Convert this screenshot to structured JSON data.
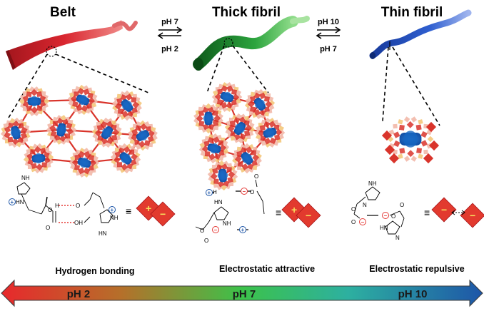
{
  "stages": [
    {
      "title": "Belt",
      "interaction": "Hydrogen bonding",
      "ph": "pH 2"
    },
    {
      "title": "Thick fibril",
      "interaction": "Electrostatic attractive",
      "ph": "pH 7"
    },
    {
      "title": "Thin fibril",
      "interaction": "Electrostatic repulsive",
      "ph": "pH 10"
    }
  ],
  "transitions": [
    {
      "forward": "pH 7",
      "backward": "pH 2"
    },
    {
      "forward": "pH 10",
      "backward": "pH 7"
    }
  ],
  "chem": {
    "hn": "HN",
    "nh": "NH",
    "n": "N",
    "h": "H",
    "o": "O",
    "oh": "OH",
    "equiv": "≡"
  },
  "colors": {
    "belt": "#c8202a",
    "thick": "#1f8a2e",
    "thin": "#1f3fa8",
    "core": "#1565c0",
    "petal_red": "#d9342b",
    "petal_pink": "#f2b8a8",
    "petal_yellow": "#f4c77a",
    "arrow_start": "#e8282c",
    "arrow_mid": "#3cc24a",
    "arrow_end": "#1e56a8"
  }
}
